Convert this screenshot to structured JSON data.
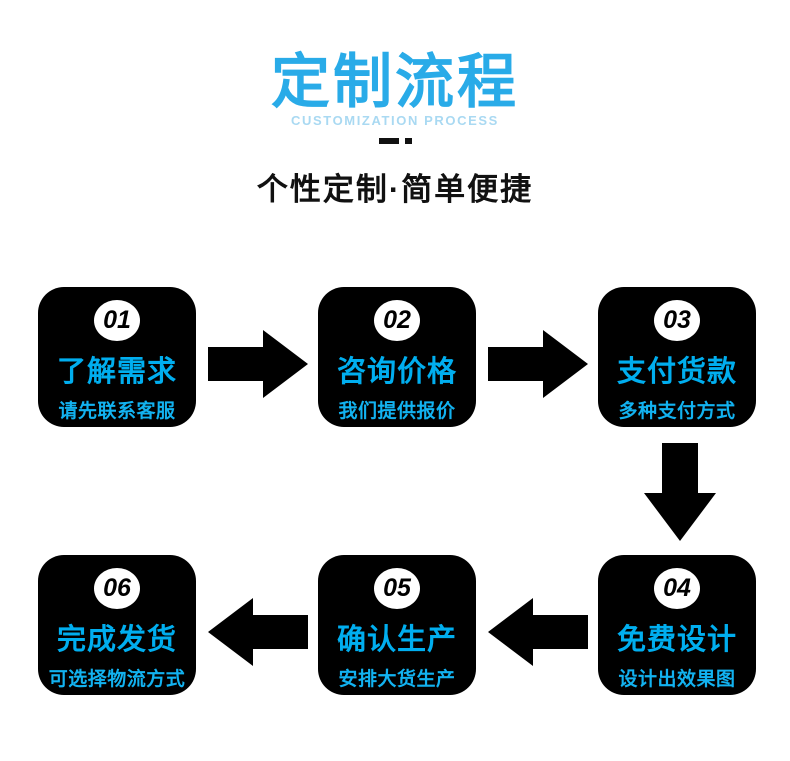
{
  "header": {
    "title": "定制流程",
    "subtitle_en": "CUSTOMIZATION PROCESS",
    "tagline": "个性定制·简单便捷"
  },
  "colors": {
    "accent": "#29ABE8",
    "subtitle_en": "#A9D9F2",
    "box_bg": "#000000",
    "box_text": "#00AEEF",
    "box_subtext": "#12B2F0",
    "arrow": "#000000"
  },
  "steps": [
    {
      "number": "01",
      "title": "了解需求",
      "subtitle": "请先联系客服"
    },
    {
      "number": "02",
      "title": "咨询价格",
      "subtitle": "我们提供报价"
    },
    {
      "number": "03",
      "title": "支付货款",
      "subtitle": "多种支付方式"
    },
    {
      "number": "04",
      "title": "免费设计",
      "subtitle": "设计出效果图"
    },
    {
      "number": "05",
      "title": "确认生产",
      "subtitle": "安排大货生产"
    },
    {
      "number": "06",
      "title": "完成发货",
      "subtitle": "可选择物流方式"
    }
  ]
}
